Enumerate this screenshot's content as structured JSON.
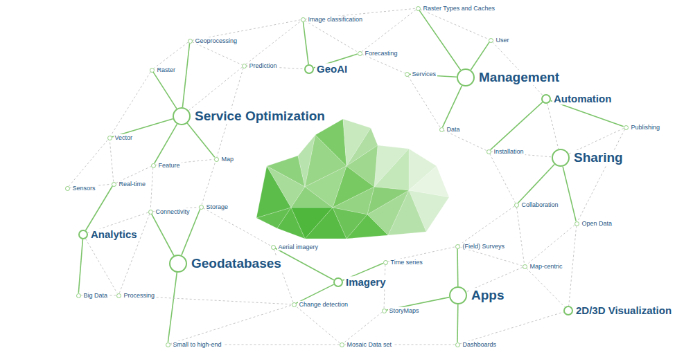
{
  "diagram": {
    "nodes": [
      {
        "text": [
          "Raster Types and Caches"
        ]
      },
      {
        "text": [
          "Image classification"
        ]
      },
      {
        "text": [
          "User"
        ]
      },
      {
        "text": [
          "Geoprocessing"
        ]
      },
      {
        "text": [
          "Forecasting"
        ]
      },
      {
        "text": [
          "Prediction"
        ]
      },
      {
        "text": [
          "GeoAI"
        ]
      },
      {
        "text": [
          "Raster"
        ]
      },
      {
        "text": [
          "Services"
        ]
      },
      {
        "text": [
          "Management"
        ]
      },
      {
        "text": [
          "Automation"
        ]
      },
      {
        "text": [
          "Service Optimization"
        ]
      },
      {
        "text": [
          "Publishing"
        ]
      },
      {
        "text": [
          "Data"
        ]
      },
      {
        "text": [
          "Vector"
        ]
      },
      {
        "text": [
          "Installation"
        ]
      },
      {
        "text": [
          "Sharing"
        ]
      },
      {
        "text": [
          "Map"
        ]
      },
      {
        "text": [
          "Feature"
        ]
      },
      {
        "text": [
          "Real-time"
        ]
      },
      {
        "text": [
          "Sensors"
        ]
      },
      {
        "text": [
          "Collaboration"
        ]
      },
      {
        "text": [
          "Storage"
        ]
      },
      {
        "text": [
          "Connectivity"
        ]
      },
      {
        "text": [
          "Open Data"
        ]
      },
      {
        "text": [
          "Analytics"
        ]
      },
      {
        "text": [
          "(Field) Surveys"
        ]
      },
      {
        "text": [
          "Aerial imagery"
        ]
      },
      {
        "text": [
          "Time series"
        ]
      },
      {
        "text": [
          "Geodatabases"
        ]
      },
      {
        "text": [
          "Map-centric"
        ]
      },
      {
        "text": [
          "Imagery"
        ]
      },
      {
        "text": [
          "Apps"
        ]
      },
      {
        "text": [
          "Big Data"
        ]
      },
      {
        "text": [
          "Processing"
        ]
      },
      {
        "text": [
          "Change detection"
        ]
      },
      {
        "text": [
          "StoryMaps"
        ]
      },
      {
        "text": [
          "2D/3D Visualization"
        ]
      },
      {
        "text": [
          "Small to high-end"
        ]
      },
      {
        "text": [
          "Mosaic Data set"
        ]
      },
      {
        "text": [
          "Dashboards"
        ]
      }
    ],
    "edges": [
      {
        "from": 11,
        "to": 3,
        "arrow": "none"
      },
      {
        "from": 11,
        "to": 7,
        "arrow": "none"
      },
      {
        "from": 11,
        "to": 14,
        "arrow": "none"
      },
      {
        "from": 11,
        "to": 18,
        "arrow": "none"
      },
      {
        "from": 11,
        "to": 17,
        "arrow": "none"
      },
      {
        "from": 6,
        "to": 1,
        "arrow": "none"
      },
      {
        "from": 6,
        "to": 4,
        "arrow": "none"
      },
      {
        "from": 9,
        "to": 0,
        "arrow": "none"
      },
      {
        "from": 9,
        "to": 2,
        "arrow": "none"
      },
      {
        "from": 9,
        "to": 8,
        "arrow": "none"
      },
      {
        "from": 9,
        "to": 13,
        "arrow": "none"
      },
      {
        "from": 10,
        "to": 15,
        "arrow": "none"
      },
      {
        "from": 10,
        "to": 12,
        "arrow": "none"
      },
      {
        "from": 16,
        "to": 21,
        "arrow": "none"
      },
      {
        "from": 16,
        "to": 24,
        "arrow": "none"
      },
      {
        "from": 25,
        "to": 19,
        "arrow": "none"
      },
      {
        "from": 25,
        "to": 33,
        "arrow": "none"
      },
      {
        "from": 29,
        "to": 23,
        "arrow": "none"
      },
      {
        "from": 29,
        "to": 22,
        "arrow": "none"
      },
      {
        "from": 29,
        "to": 38,
        "arrow": "none"
      },
      {
        "from": 31,
        "to": 27,
        "arrow": "none"
      },
      {
        "from": 31,
        "to": 28,
        "arrow": "none"
      },
      {
        "from": 31,
        "to": 35,
        "arrow": "none"
      },
      {
        "from": 32,
        "to": 26,
        "arrow": "none"
      },
      {
        "from": 32,
        "to": 36,
        "arrow": "none"
      },
      {
        "from": 32,
        "to": 40,
        "arrow": "none"
      },
      {
        "from": 3,
        "to": 1,
        "arrow": "none"
      },
      {
        "from": 3,
        "to": 7,
        "arrow": "none"
      },
      {
        "from": 3,
        "to": 5,
        "arrow": "none"
      },
      {
        "from": 7,
        "to": 14,
        "arrow": "none"
      },
      {
        "from": 5,
        "to": 1,
        "arrow": "none"
      },
      {
        "from": 5,
        "to": 6,
        "arrow": "none"
      },
      {
        "from": 5,
        "to": 17,
        "arrow": "none"
      },
      {
        "from": 5,
        "to": 11,
        "arrow": "none"
      },
      {
        "from": 1,
        "to": 0,
        "arrow": "none"
      },
      {
        "from": 1,
        "to": 4,
        "arrow": "none"
      },
      {
        "from": 4,
        "to": 0,
        "arrow": "none"
      },
      {
        "from": 4,
        "to": 8,
        "arrow": "none"
      },
      {
        "from": 0,
        "to": 2,
        "arrow": "none"
      },
      {
        "from": 2,
        "to": 10,
        "arrow": "none"
      },
      {
        "from": 10,
        "to": 16,
        "arrow": "none"
      },
      {
        "from": 12,
        "to": 16,
        "arrow": "none"
      },
      {
        "from": 12,
        "to": 24,
        "arrow": "none"
      },
      {
        "from": 15,
        "to": 13,
        "arrow": "none"
      },
      {
        "from": 15,
        "to": 16,
        "arrow": "none"
      },
      {
        "from": 15,
        "to": 21,
        "arrow": "none"
      },
      {
        "from": 8,
        "to": 13,
        "arrow": "none"
      },
      {
        "from": 21,
        "to": 26,
        "arrow": "none"
      },
      {
        "from": 21,
        "to": 30,
        "arrow": "none"
      },
      {
        "from": 24,
        "to": 30,
        "arrow": "none"
      },
      {
        "from": 24,
        "to": 37,
        "arrow": "none"
      },
      {
        "from": 30,
        "to": 37,
        "arrow": "none"
      },
      {
        "from": 30,
        "to": 26,
        "arrow": "none"
      },
      {
        "from": 30,
        "to": 32,
        "arrow": "none"
      },
      {
        "from": 40,
        "to": 37,
        "arrow": "none"
      },
      {
        "from": 40,
        "to": 39,
        "arrow": "none"
      },
      {
        "from": 39,
        "to": 35,
        "arrow": "none"
      },
      {
        "from": 39,
        "to": 38,
        "arrow": "none"
      },
      {
        "from": 38,
        "to": 35,
        "arrow": "none"
      },
      {
        "from": 35,
        "to": 27,
        "arrow": "none"
      },
      {
        "from": 35,
        "to": 34,
        "arrow": "none"
      },
      {
        "from": 34,
        "to": 33,
        "arrow": "none"
      },
      {
        "from": 34,
        "to": 23,
        "arrow": "none"
      },
      {
        "from": 20,
        "to": 14,
        "arrow": "none"
      },
      {
        "from": 20,
        "to": 19,
        "arrow": "none"
      },
      {
        "from": 19,
        "to": 18,
        "arrow": "none"
      },
      {
        "from": 19,
        "to": 14,
        "arrow": "none"
      },
      {
        "from": 18,
        "to": 17,
        "arrow": "none"
      },
      {
        "from": 18,
        "to": 23,
        "arrow": "none"
      },
      {
        "from": 23,
        "to": 22,
        "arrow": "none"
      },
      {
        "from": 22,
        "to": 17,
        "arrow": "none"
      },
      {
        "from": 22,
        "to": 27,
        "arrow": "none"
      },
      {
        "from": 28,
        "to": 26,
        "arrow": "none"
      },
      {
        "from": 36,
        "to": 28,
        "arrow": "none"
      },
      {
        "from": 36,
        "to": 39,
        "arrow": "none"
      },
      {
        "from": 23,
        "to": 25,
        "arrow": "none"
      },
      {
        "from": 25,
        "to": 34,
        "arrow": "none"
      }
    ]
  }
}
